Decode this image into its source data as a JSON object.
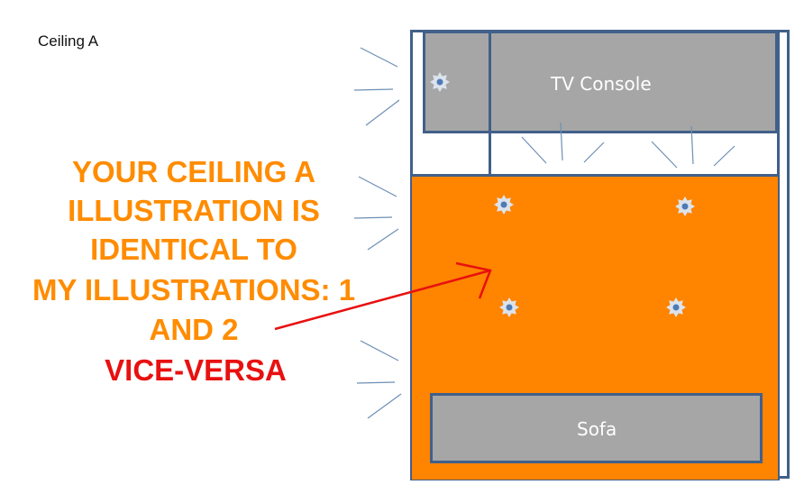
{
  "title": "Ceiling A",
  "labels": {
    "tv_console": "TV Console",
    "sofa": "Sofa"
  },
  "note": {
    "lines": [
      "YOUR CEILING A",
      "ILLUSTRATION IS",
      "IDENTICAL TO",
      "MY ILLUSTRATIONS: 1",
      "AND 2"
    ],
    "emphasis": "VICE-VERSA"
  },
  "colors": {
    "orange": "#FF8400",
    "gray": "#A6A6A6",
    "outline": "#41608A",
    "red": "#E81010",
    "note_orange": "#FF8C00"
  },
  "lights_count": 5
}
